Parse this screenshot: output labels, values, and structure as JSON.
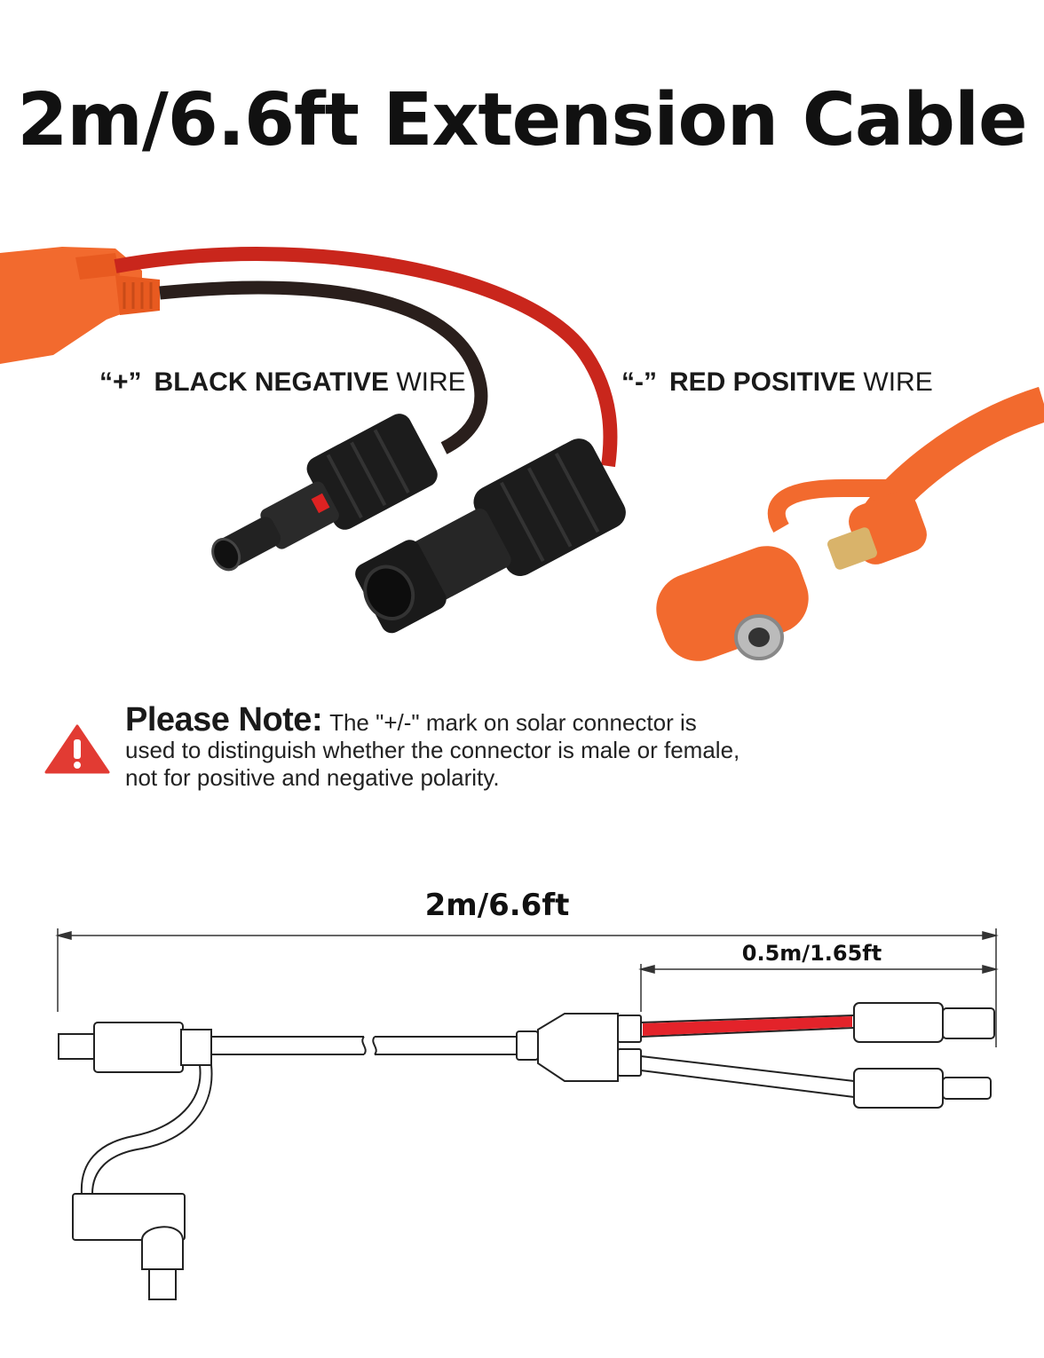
{
  "title": "2m/6.6ft Extension Cable",
  "labels": {
    "black_mark": "“+”",
    "black_bold": "BLACK NEGATIVE",
    "black_rest": " WIRE",
    "red_mark": "“-”",
    "red_bold": "RED POSITIVE",
    "red_rest": " WIRE"
  },
  "note": {
    "heading": "Please Note:",
    "body": "The \"+/-\" mark on solar connector is used to distinguish whether the connector is male or female, not for positive and negative polarity.",
    "icon": "warning-triangle-icon"
  },
  "dimensions": {
    "total": "2m/6.6ft",
    "branch": "0.5m/1.65ft"
  },
  "colors": {
    "orange": "#f26a2e",
    "red_wire": "#e3232a",
    "warning": "#e23b33"
  }
}
